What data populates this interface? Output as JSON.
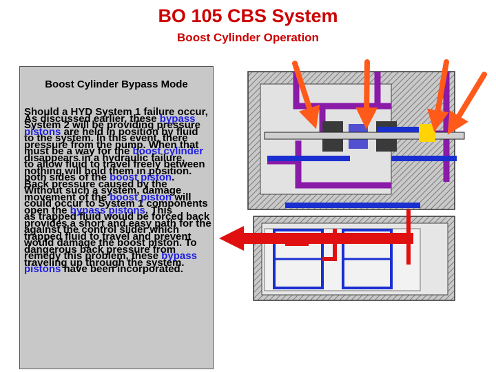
{
  "header": {
    "title": "BO 105 CBS System",
    "subtitle": "Boost Cylinder Operation"
  },
  "panel": {
    "heading": "Boost Cylinder Bypass Mode",
    "text_a": [
      {
        "t": "Should a HYD System 1 failure occur, System 2 will be providing pressure to the system. In this event, there must be a way for the "
      },
      {
        "t": "boost cylinder",
        "hl": true
      },
      {
        "t": " to allow fluid to travel freely between both sides of the "
      },
      {
        "t": "boost piston",
        "hl": true
      },
      {
        "t": ". Without such a system, damage could occur to System 1 components as trapped fluid would be forced back against the control slider which would damage the boost piston. To remedy this problem, these "
      },
      {
        "t": "bypass pistons",
        "hl": true
      },
      {
        "t": " have been incorporated."
      }
    ],
    "text_b": [
      {
        "t": "As discussed earlier, these "
      },
      {
        "t": "bypass pistons",
        "hl": true
      },
      {
        "t": " are held in position by fluid pressure from the pump. When that disappears in a hydraulic failure, nothing will hold them in position. Back pressure caused by the movement of the "
      },
      {
        "t": "boost piston",
        "hl": true
      },
      {
        "t": " will open the "
      },
      {
        "t": "bypass pistons",
        "hl": true
      },
      {
        "t": ". This provides a short and easy path for the trapped fluid to travel and prevent dangerous back pressure from traveling up through the system."
      }
    ]
  },
  "colors": {
    "title": "#cc0000",
    "highlight": "#1f1fe0",
    "pressure_line": "#8a1aa8",
    "flow_arrow": "#ff5a1a",
    "return_arrow": "#e01010",
    "bypass_box": "#1a2fd0",
    "panel": "#c8c8c8"
  }
}
